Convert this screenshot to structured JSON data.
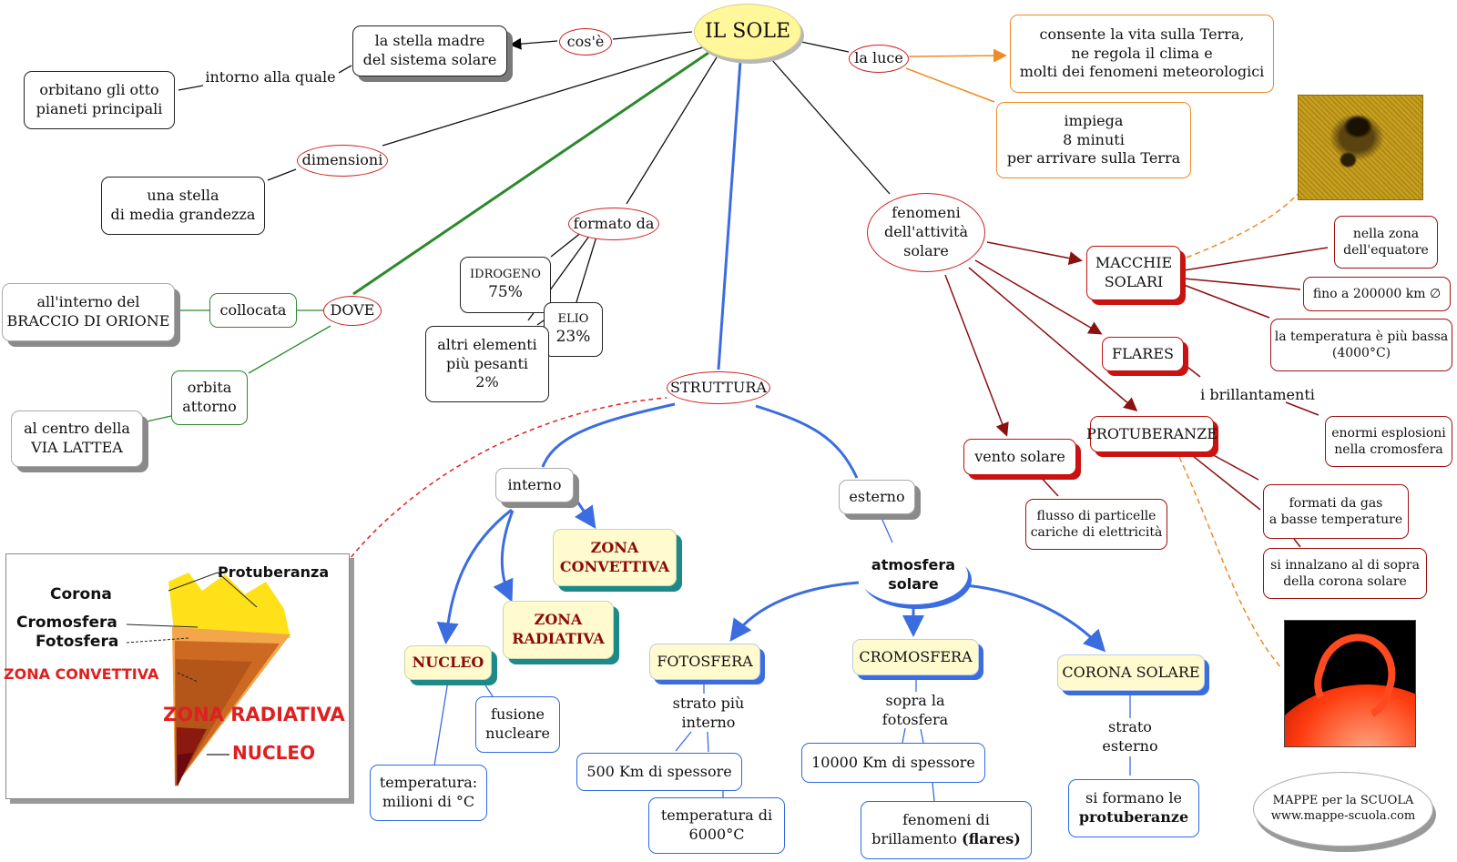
{
  "title": "IL SOLE",
  "links_text": {
    "cose": "cos'è",
    "intorno": "intorno alla quale",
    "dimensioni": "dimensioni",
    "la_luce": "la luce",
    "formato_da": "formato da",
    "fenomeni": "fenomeni\ndell'attività\nsolare",
    "dove": "DOVE",
    "collocata": "collocata",
    "orbita": "orbita\nattorno",
    "struttura": "STRUTTURA",
    "interno": "interno",
    "esterno": "esterno",
    "atmosfera": "atmosfera\nsolare",
    "i_brillantamenti": "i brillantamenti"
  },
  "nodes": {
    "stella_madre": "la stella madre\ndel sistema solare",
    "orbitano": "orbitano gli otto\npianeti principali",
    "media_grandezza": "una stella\ndi media grandezza",
    "vita": "consente la vita sulla Terra,\nne regola il clima e\nmolti dei fenomeni meteorologici",
    "impiega": "impiega\n8 minuti\nper arrivare sulla Terra",
    "idrogeno_name": "IDROGENO",
    "idrogeno_pct": "75%",
    "elio_name": "ELIO",
    "elio_pct": "23%",
    "altri": "altri elementi\npiù pesanti\n2%",
    "braccio": "all'interno del\nBRACCIO DI ORIONE",
    "via_lattea": "al centro della\nVIA LATTEA",
    "macchie": "MACCHIE\nSOLARI",
    "equatore": "nella zona\ndell'equatore",
    "fino": "fino a 200000 km ∅",
    "temp_bassa": "la temperatura è più bassa\n(4000°C)",
    "flares": "FLARES",
    "esplosioni": "enormi esplosioni\nnella cromosfera",
    "protuberanze": "PROTUBERANZE",
    "formati_gas": "formati da gas\na basse temperature",
    "innalzano": "si innalzano al di sopra\ndella corona solare",
    "vento": "vento solare",
    "flusso": "flusso di particelle\ncariche di elettricità",
    "zona_convettiva": "ZONA\nCONVETTIVA",
    "zona_radiativa": "ZONA\nRADIATIVA",
    "nucleo": "NUCLEO",
    "fusione": "fusione\nnucleare",
    "temp_milioni": "temperatura:\nmilioni di °C",
    "fotosfera": "FOTOSFERA",
    "strato_interno": "strato più\ninterno",
    "spessore_500": "500 Km di spessore",
    "temp_6000": "temperatura di\n6000°C",
    "cromosfera": "CROMOSFERA",
    "sopra_fotosfera": "sopra la\nfotosfera",
    "spessore_10000": "10000 Km di spessore",
    "brillamento_pre": "fenomeni di\nbrillamento ",
    "brillamento_bold": "(flares)",
    "corona": "CORONA SOLARE",
    "strato_esterno": "strato\nesterno",
    "si_formano": "si formano le",
    "si_formano_bold": "protuberanze",
    "credit": "MAPPE per la SCUOLA\nwww.mappe-scuola.com"
  },
  "diagram_labels": {
    "protuberanza": "Protuberanza",
    "corona": "Corona",
    "cromosfera": "Cromosfera",
    "fotosfera": "Fotosfera",
    "zona_convettiva": "ZONA CONVETTIVA",
    "zona_radiativa": "ZONA RADIATIVA",
    "nucleo": "NUCLEO"
  },
  "colors": {
    "red_link": "#8b1010",
    "green_link": "#2a8a2a",
    "blue_link": "#3b6de0",
    "orange_link": "#f08a24"
  }
}
